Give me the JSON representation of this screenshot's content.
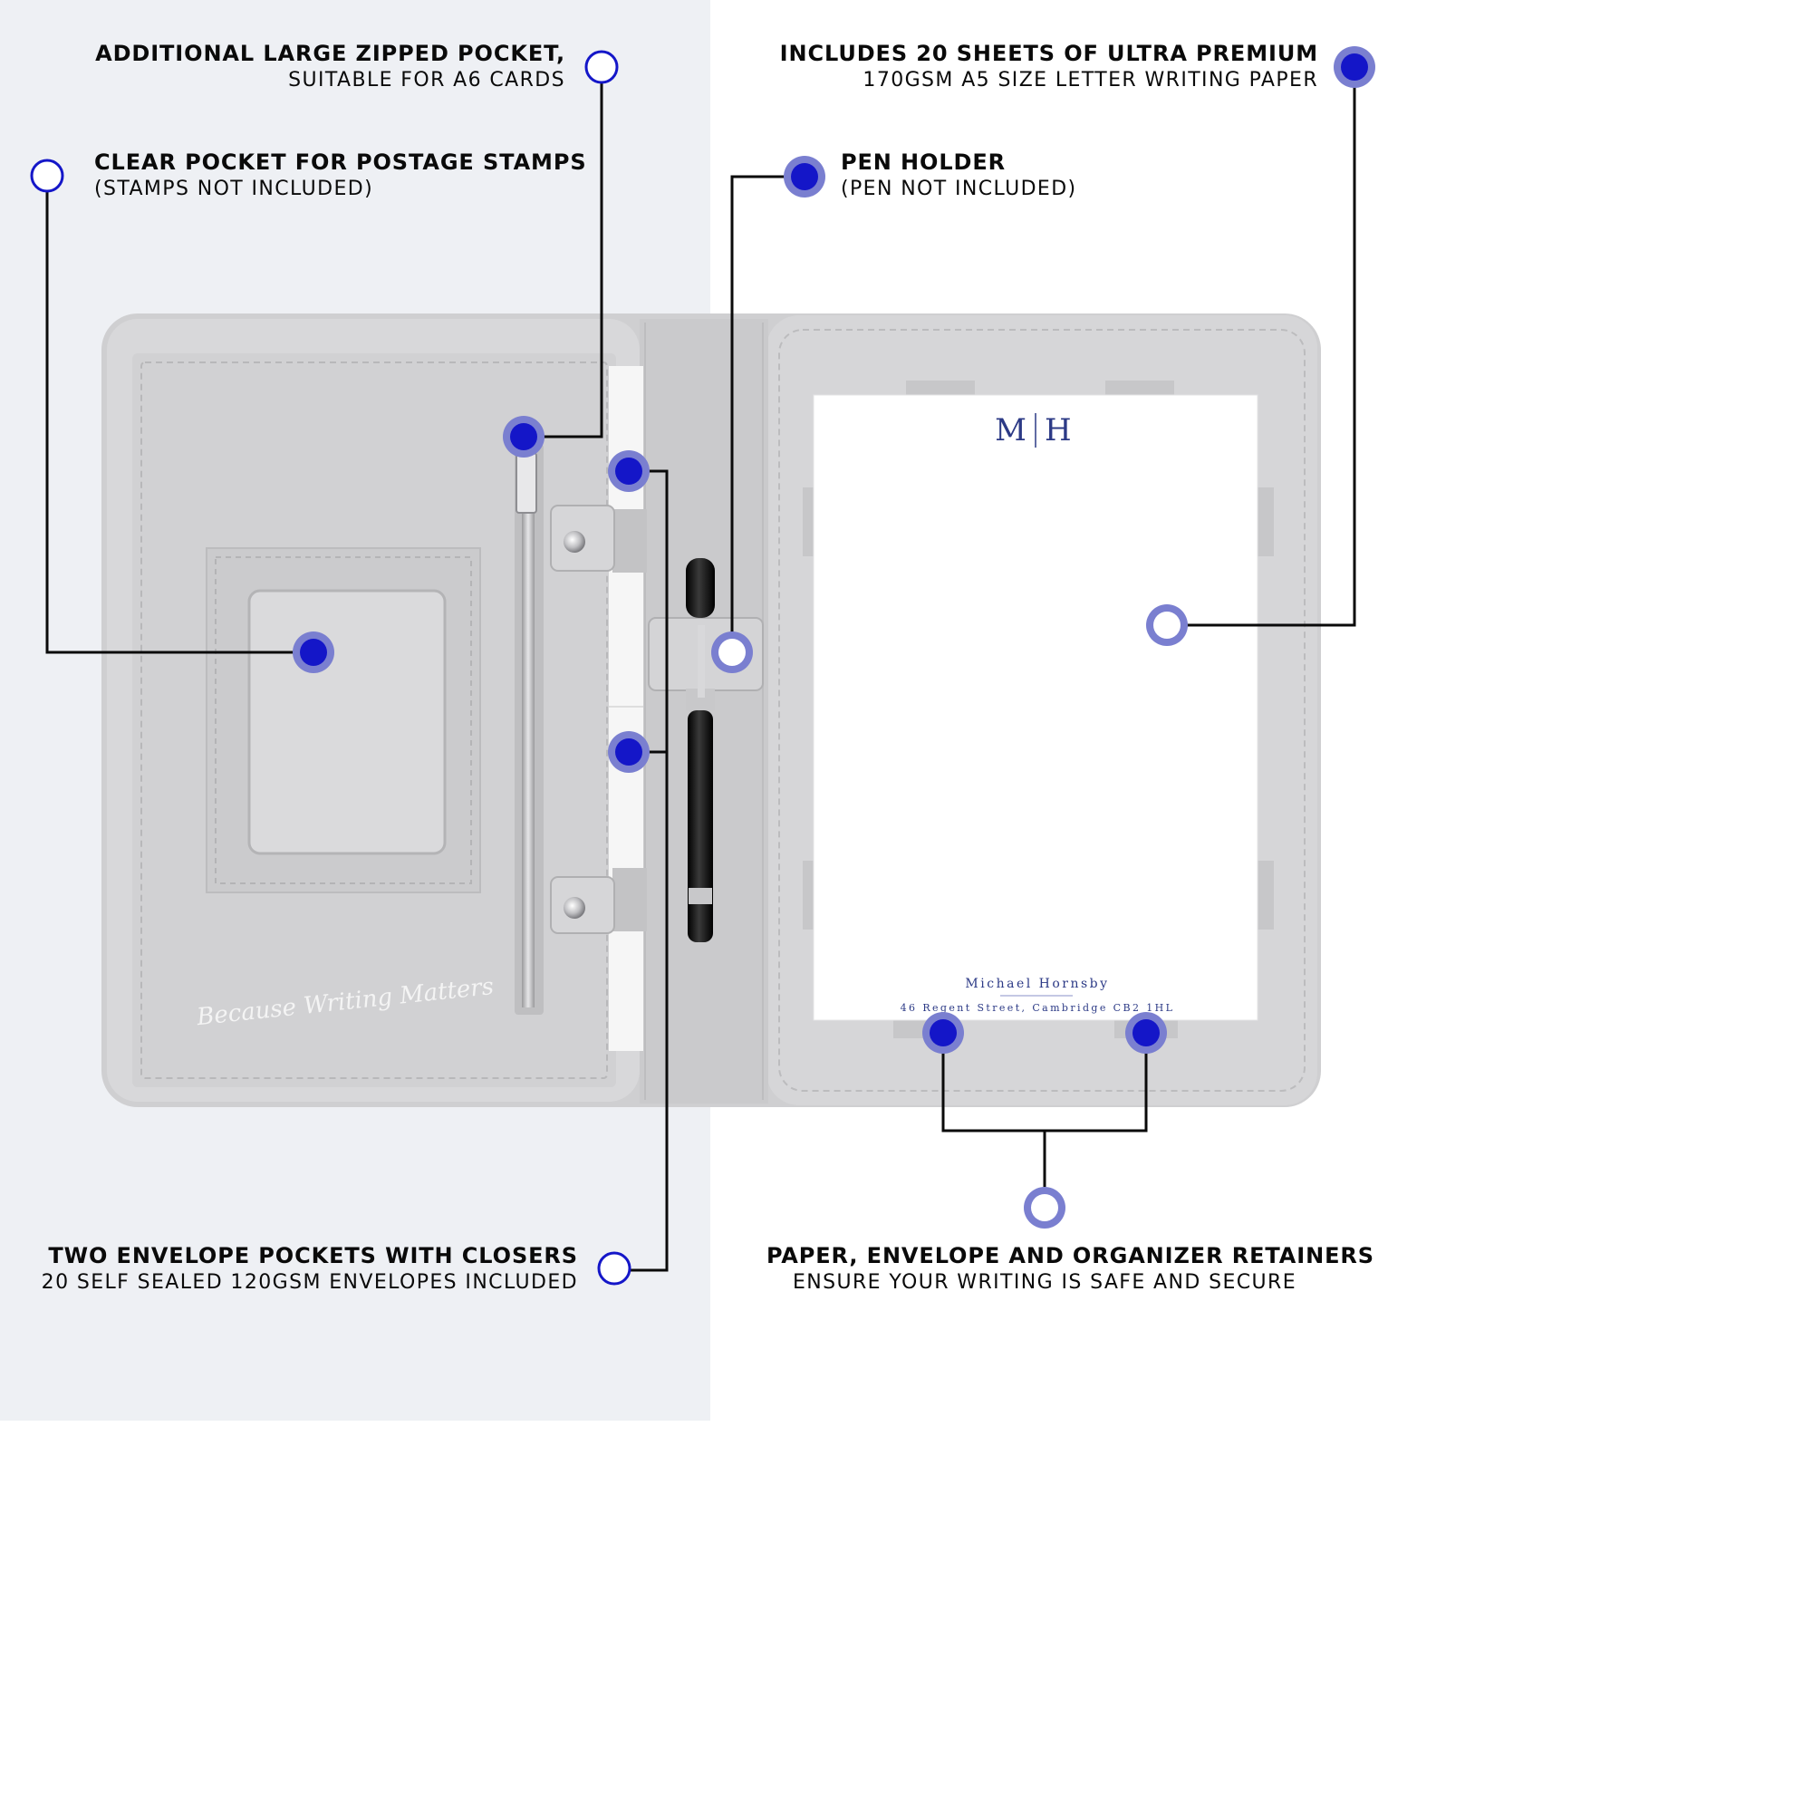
{
  "callouts": {
    "zipped_pocket": {
      "title": "Additional large zipped pocket,",
      "subtitle": "suitable for A6 cards"
    },
    "stamps_pocket": {
      "title": "Clear pocket for postage stamps",
      "subtitle": "(Stamps not included)"
    },
    "writing_paper": {
      "title": "Includes 20 sheets of ultra premium",
      "subtitle": "170gsm A5 size letter writing paper"
    },
    "pen_holder": {
      "title": "Pen holder",
      "subtitle": "(Pen not included)"
    },
    "envelope_pockets": {
      "title": "Two envelope pockets with closers",
      "subtitle": "20 self sealed 120gsm envelopes included"
    },
    "retainers": {
      "title": "Paper, envelope and organizer retainers",
      "subtitle": "Ensure your writing is safe and secure"
    }
  },
  "letterhead": {
    "monogram_left": "M",
    "monogram_right": "H",
    "name": "Michael Hornsby",
    "address": "46 Regent Street, Cambridge CB2 1HL"
  },
  "cover_script": "Because Writing Matters",
  "colors": {
    "marker_blue": "#1416c8",
    "marker_ring": "#7a7fd0",
    "leather_grey": "#d4d4d6",
    "letterhead_navy": "#2c3a86"
  }
}
